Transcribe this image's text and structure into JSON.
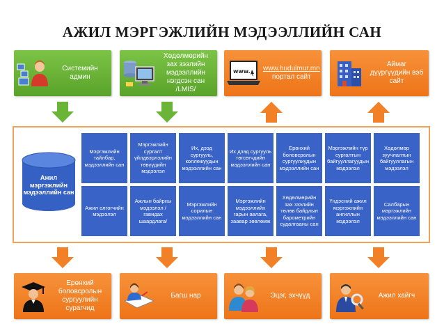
{
  "title": "АЖИЛ МЭРГЭЖЛИЙН МЭДЭЭЛЛИЙН САН",
  "top_boxes": [
    {
      "label": "Системийн админ",
      "color": "green",
      "icon": "admin-person-icon"
    },
    {
      "label": "Хөдөлмөрийн зах зээлийн мэдээллийн нэгдсэн сан /LMIS/",
      "color": "green",
      "icon": "database-computer-icon"
    },
    {
      "link": "www.hudulmur.mn",
      "label": "портал сайт",
      "color": "orange",
      "icon": "laptop-www-icon"
    },
    {
      "label": "Аймаг дүүргүүдийн вэб сайт",
      "color": "orange",
      "icon": "building-icon"
    }
  ],
  "database": {
    "label": "Ажил мэргэжлийн мэдээллийн сан",
    "icon": "database-cylinder-icon"
  },
  "grid": [
    [
      "Мэргэжлийн тайлбар, мэдээллийн сан",
      "Мэргэжлийн сургалт үйлдвэрлэлийн төвүүдийн мэдээлэл",
      "Их, дээд сургууль, коллежуудын мэдээллийн сан",
      "Их дээд сургууль төгсөгчдийн мэдээллийн сан",
      "Ерөнхий боловсролын сургуулиудын мэдээллийн сан",
      "Мэргэжлийн түр сургалтын байгууллагуудын мэдээлэл",
      "Хөдөлмөр зуучлалтын байгууллагын мэдээлэл"
    ],
    [
      "Ажил олгогчийн мэдээлэл",
      "Ажлын байрны мэдээлэл /гавидах шаардлага/",
      "Мэргэжлийн сорилын мэдээллийн сан",
      "Мэргэжлийн мэдээллийн гарын авлага, заавар зөвлөмж",
      "Хөдөлмөрийн зах зээлийн төлөв байдлын барометрийн судалгааны сан",
      "Үндэсний ажил мэргэжлийн ангиллын мэдээлэл",
      "Салбарын мэргэжлийн мэдээллийн сан"
    ]
  ],
  "bottom_boxes": [
    {
      "label": "Ерөнхий боловсролын сургуулийн сурагчид",
      "icon": "graduate-icon"
    },
    {
      "label": "Багш нар",
      "icon": "teacher-writing-icon"
    },
    {
      "label": "Эцэг, эхчүүд",
      "icon": "parents-icon"
    },
    {
      "label": "Ажил хайгч",
      "icon": "job-seeker-search-icon"
    }
  ],
  "colors": {
    "green": "#6ab437",
    "orange": "#f28026",
    "cell_blue": "#3a63c8",
    "frame": "#f2a15a"
  }
}
